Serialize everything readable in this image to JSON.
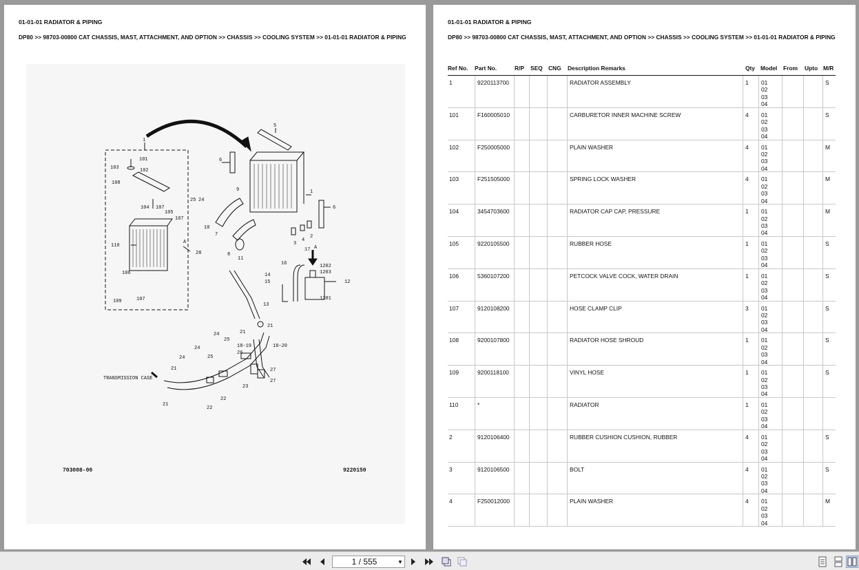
{
  "section_title": "01-01-01 RADIATOR & PIPING",
  "breadcrumb": "DP80 >> 98703-00800 CAT CHASSIS, MAST, ATTACHMENT, AND OPTION >> CHASSIS >> COOLING SYSTEM >> 01-01-01 RADIATOR & PIPING",
  "diagram": {
    "drawing_id": "703008-00",
    "ref_code": "9220150",
    "callout_transmission": "TRANSMISSION CASE",
    "labels": {
      "l1": "1",
      "l5": "5",
      "l6a": "6",
      "l6b": "6",
      "l101": "101",
      "l102": "102",
      "l103": "103",
      "l108": "108",
      "l104": "104",
      "l107a": "107",
      "l105": "105",
      "l107b": "107",
      "l110": "110",
      "l106": "106",
      "l109": "109",
      "l107c": "107",
      "l28": "28",
      "l25a": "25",
      "l24a": "24",
      "l9": "9",
      "l10": "10",
      "l7": "7",
      "l8": "8",
      "l11": "11",
      "l3": "3",
      "l4": "4",
      "l2": "2",
      "l17": "17",
      "lA1": "A",
      "lA2": "A",
      "l16a": "16",
      "l1202": "1202",
      "l1203": "1203",
      "l12": "12",
      "l14": "14",
      "l15": "15",
      "l13": "13",
      "l1201": "1201",
      "l21a": "21",
      "l21b": "21",
      "l24b": "24",
      "l25b": "25",
      "l24c": "24",
      "l1819a": "18-19",
      "l1820": "18-20",
      "l26": "26",
      "l24d": "24",
      "l25c": "25",
      "l27a": "27",
      "l27b": "27",
      "l21c": "21",
      "l23": "23",
      "l22a": "22",
      "l22b": "22",
      "l21d": "21"
    }
  },
  "table": {
    "headers": {
      "ref": "Ref No.",
      "part": "Part No.",
      "rp": "R/P",
      "seq": "SEQ",
      "cng": "CNG",
      "desc": "Description Remarks",
      "qty": "Qty",
      "model": "Model",
      "from": "From",
      "upto": "Upto",
      "mr": "M/R"
    },
    "rows": [
      {
        "ref": "1",
        "part": "9220113700",
        "desc": "RADIATOR ASSEMBLY",
        "qty": "1",
        "models": [
          "01",
          "02",
          "03",
          "04"
        ],
        "mr": "S"
      },
      {
        "ref": "101",
        "part": "F160005010",
        "desc": "CARBURETOR INNER MACHINE SCREW",
        "qty": "4",
        "models": [
          "01",
          "02",
          "03",
          "04"
        ],
        "mr": "S"
      },
      {
        "ref": "102",
        "part": "F250005000",
        "desc": "PLAIN WASHER",
        "qty": "4",
        "models": [
          "01",
          "02",
          "03",
          "04"
        ],
        "mr": "M"
      },
      {
        "ref": "103",
        "part": "F251505000",
        "desc": "SPRING LOCK WASHER",
        "qty": "4",
        "models": [
          "01",
          "02",
          "03",
          "04"
        ],
        "mr": "M"
      },
      {
        "ref": "104",
        "part": "3454703600",
        "desc": "RADIATOR CAP CAP, PRESSURE",
        "qty": "1",
        "models": [
          "01",
          "02",
          "03",
          "04"
        ],
        "mr": "M"
      },
      {
        "ref": "105",
        "part": "9220105500",
        "desc": "RUBBER HOSE",
        "qty": "1",
        "models": [
          "01",
          "02",
          "03",
          "04"
        ],
        "mr": "S"
      },
      {
        "ref": "106",
        "part": "5360107200",
        "desc": "PETCOCK VALVE COCK, WATER DRAIN",
        "qty": "1",
        "models": [
          "01",
          "02",
          "03",
          "04"
        ],
        "mr": "S"
      },
      {
        "ref": "107",
        "part": "9120108200",
        "desc": "HOSE CLAMP CLIP",
        "qty": "3",
        "models": [
          "01",
          "02",
          "03",
          "04"
        ],
        "mr": "S"
      },
      {
        "ref": "108",
        "part": "9200107800",
        "desc": "RADIATOR HOSE SHROUD",
        "qty": "1",
        "models": [
          "01",
          "02",
          "03",
          "04"
        ],
        "mr": "S"
      },
      {
        "ref": "109",
        "part": "9200118100",
        "desc": "VINYL HOSE",
        "qty": "1",
        "models": [
          "01",
          "02",
          "03",
          "04"
        ],
        "mr": "S"
      },
      {
        "ref": "110",
        "part": "*",
        "desc": " RADIATOR",
        "qty": "1",
        "models": [
          "01",
          "02",
          "03",
          "04"
        ],
        "mr": ""
      },
      {
        "ref": "2",
        "part": "9120106400",
        "desc": "RUBBER CUSHION CUSHION, RUBBER",
        "qty": "4",
        "models": [
          "01",
          "02",
          "03",
          "04"
        ],
        "mr": "S"
      },
      {
        "ref": "3",
        "part": "9120106500",
        "desc": "BOLT",
        "qty": "4",
        "models": [
          "01",
          "02",
          "03",
          "04"
        ],
        "mr": "S"
      },
      {
        "ref": "4",
        "part": "F250012000",
        "desc": "PLAIN WASHER",
        "qty": "4",
        "models": [
          "01",
          "02",
          "03",
          "04"
        ],
        "mr": "M"
      }
    ]
  },
  "toolbar": {
    "page_indicator": "1 / 555"
  }
}
